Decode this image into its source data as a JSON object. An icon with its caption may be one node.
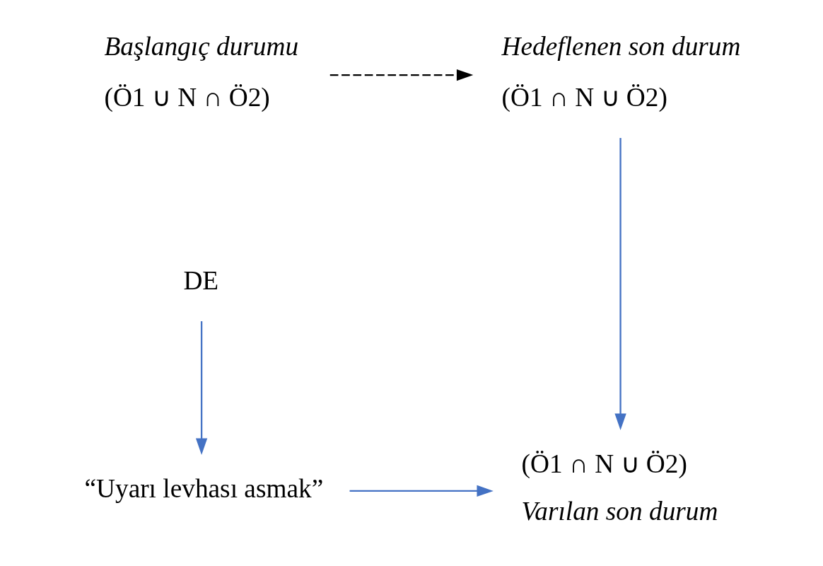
{
  "diagram": {
    "nodes": [
      {
        "text": [
          "Başlangıç durumu",
          "(Ö1 ∪ N ∩ Ö2)"
        ]
      },
      {
        "text": [
          "Hedeflenen son durum",
          "(Ö1 ∩ N ∪ Ö2)"
        ]
      },
      {
        "text": [
          "DE"
        ]
      },
      {
        "text": [
          "“Uyarı levhası asmak”"
        ]
      },
      {
        "text": [
          "(Ö1 ∩ N ∪ Ö2)",
          "Varılan son durum"
        ]
      }
    ],
    "edges": [
      {
        "from": 0,
        "to": 1,
        "arrow": "to",
        "style": "dashed",
        "color": "#000000"
      },
      {
        "from": 2,
        "to": 3,
        "arrow": "to"
      },
      {
        "from": 1,
        "to": 4,
        "arrow": "to"
      },
      {
        "from": 3,
        "to": 4,
        "arrow": "to"
      }
    ]
  }
}
